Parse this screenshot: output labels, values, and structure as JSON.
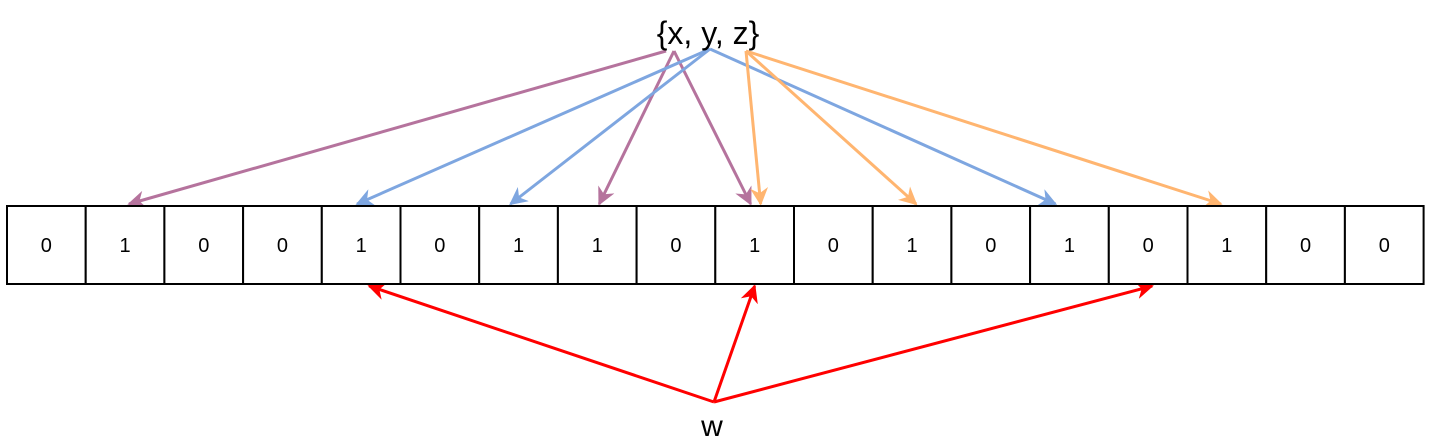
{
  "set_label": "{x, y, z}",
  "query_label": "w",
  "bits": [
    "0",
    "1",
    "0",
    "0",
    "1",
    "0",
    "1",
    "1",
    "0",
    "1",
    "0",
    "1",
    "0",
    "1",
    "0",
    "1",
    "0",
    "0"
  ],
  "colors": {
    "x": "#B5739D",
    "y": "#7EA6E0",
    "z": "#FFB570",
    "w": "#FF0000"
  },
  "mappings": {
    "x": [
      1,
      7,
      9
    ],
    "y": [
      4,
      6,
      13
    ],
    "z": [
      9,
      11,
      15
    ],
    "w": [
      4,
      9,
      14
    ]
  }
}
